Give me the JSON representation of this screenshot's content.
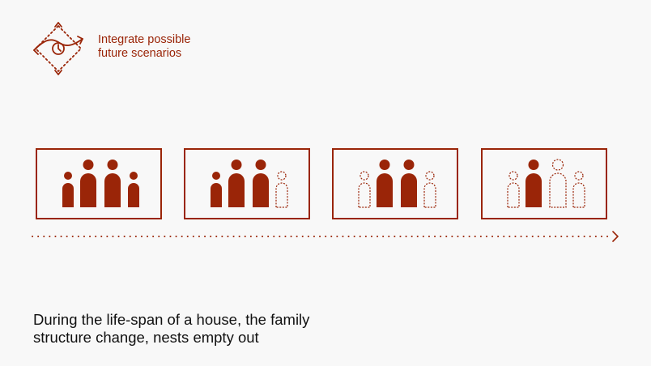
{
  "header": {
    "icon": "scenarios-arrows-icon",
    "title_line1": "Integrate possible",
    "title_line2": "future scenarios"
  },
  "stages": [
    {
      "people": [
        {
          "size": "small",
          "present": true
        },
        {
          "size": "large",
          "present": true
        },
        {
          "size": "large",
          "present": true
        },
        {
          "size": "small",
          "present": true
        }
      ]
    },
    {
      "people": [
        {
          "size": "small",
          "present": true
        },
        {
          "size": "large",
          "present": true
        },
        {
          "size": "large",
          "present": true
        },
        {
          "size": "small",
          "present": false
        }
      ]
    },
    {
      "people": [
        {
          "size": "small",
          "present": false
        },
        {
          "size": "large",
          "present": true
        },
        {
          "size": "large",
          "present": true
        },
        {
          "size": "small",
          "present": false
        }
      ]
    },
    {
      "people": [
        {
          "size": "small",
          "present": false
        },
        {
          "size": "large",
          "present": true
        },
        {
          "size": "large",
          "present": false
        },
        {
          "size": "small",
          "present": false
        }
      ]
    }
  ],
  "timeline": {
    "icon": "arrow-right-icon"
  },
  "caption": {
    "line1": "During the life-span of a house, the family",
    "line2": "structure change, nests empty out"
  },
  "colors": {
    "accent": "#9a2508",
    "text": "#111111",
    "background": "#f8f8f8"
  }
}
